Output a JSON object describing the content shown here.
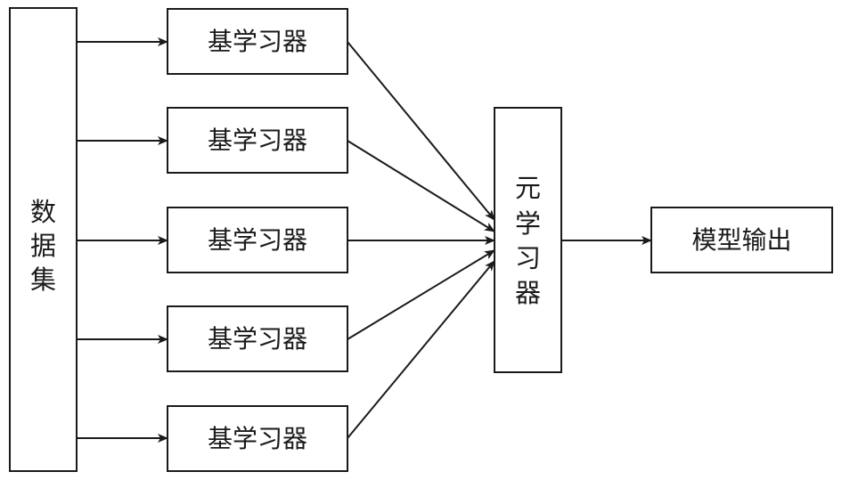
{
  "diagram": {
    "dataset": {
      "label": "数据集",
      "chars": [
        "数",
        "据",
        "集"
      ]
    },
    "base_learners": [
      {
        "label": "基学习器"
      },
      {
        "label": "基学习器"
      },
      {
        "label": "基学习器"
      },
      {
        "label": "基学习器"
      },
      {
        "label": "基学习器"
      }
    ],
    "meta_learner": {
      "label": "元学习器",
      "chars": [
        "元",
        "学",
        "习",
        "器"
      ]
    },
    "output": {
      "label": "模型输出"
    },
    "colors": {
      "stroke": "#1a1a1a",
      "background": "#ffffff"
    }
  }
}
